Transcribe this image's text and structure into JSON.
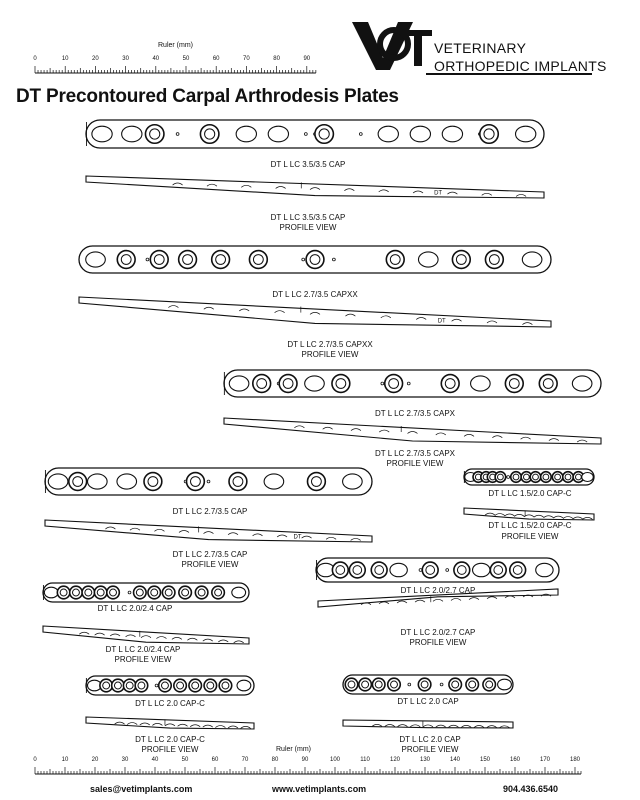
{
  "header": {
    "logo_line1": "VETERINARY",
    "logo_line2": "ORTHOPEDIC IMPLANTS",
    "page_title": "DT Precontoured Carpal Arthrodesis Plates"
  },
  "top_ruler": {
    "label": "Ruler (mm)",
    "ticks": [
      "0",
      "10",
      "20",
      "30",
      "40",
      "50",
      "60",
      "70",
      "80",
      "90"
    ]
  },
  "bottom_ruler": {
    "label": "Ruler (mm)",
    "ticks": [
      "0",
      "10",
      "20",
      "30",
      "40",
      "50",
      "60",
      "70",
      "80",
      "90",
      "100",
      "110",
      "120",
      "130",
      "140",
      "150",
      "160",
      "170",
      "180"
    ]
  },
  "plates": [
    {
      "label": "DT L LC 3.5/3.5 CAP",
      "profile_label": "DT L LC 3.5/3.5 CAP",
      "profile_sub": "PROFILE VIEW",
      "profile_mark": "DT"
    },
    {
      "label": "DT L LC 2.7/3.5 CAPXX",
      "profile_label": "DT L LC 2.7/3.5 CAPXX",
      "profile_sub": "PROFILE VIEW",
      "profile_mark": "DT"
    },
    {
      "label": "DT L LC 2.7/3.5 CAPX",
      "profile_label": "DT L LC 2.7/3.5 CAPX",
      "profile_sub": "PROFILE VIEW"
    },
    {
      "label": "DT L LC 2.7/3.5 CAP",
      "profile_label": "DT L LC 2.7/3.5 CAP",
      "profile_sub": "PROFILE VIEW",
      "profile_mark": "DT"
    },
    {
      "label": "DT L LC 1.5/2.0 CAP-C",
      "profile_label": "DT L LC 1.5/2.0 CAP-C",
      "profile_sub": "PROFILE VIEW"
    },
    {
      "label": "DT L LC 2.0/2.7 CAP",
      "profile_label": "DT L LC 2.0/2.7 CAP",
      "profile_sub": "PROFILE VIEW"
    },
    {
      "label": "DT L LC 2.0/2.4 CAP",
      "profile_label": "DT L LC 2.0/2.4 CAP",
      "profile_sub": "PROFILE VIEW"
    },
    {
      "label": "DT L LC 2.0 CAP-C",
      "profile_label": "DT L LC 2.0 CAP-C",
      "profile_sub": "PROFILE VIEW"
    },
    {
      "label": "DT L LC 2.0 CAP",
      "profile_label": "DT L LC 2.0 CAP",
      "profile_sub": "PROFILE VIEW"
    }
  ],
  "footer": {
    "email": "sales@vetimplants.com",
    "website": "www.vetimplants.com",
    "phone": "904.436.6540"
  }
}
